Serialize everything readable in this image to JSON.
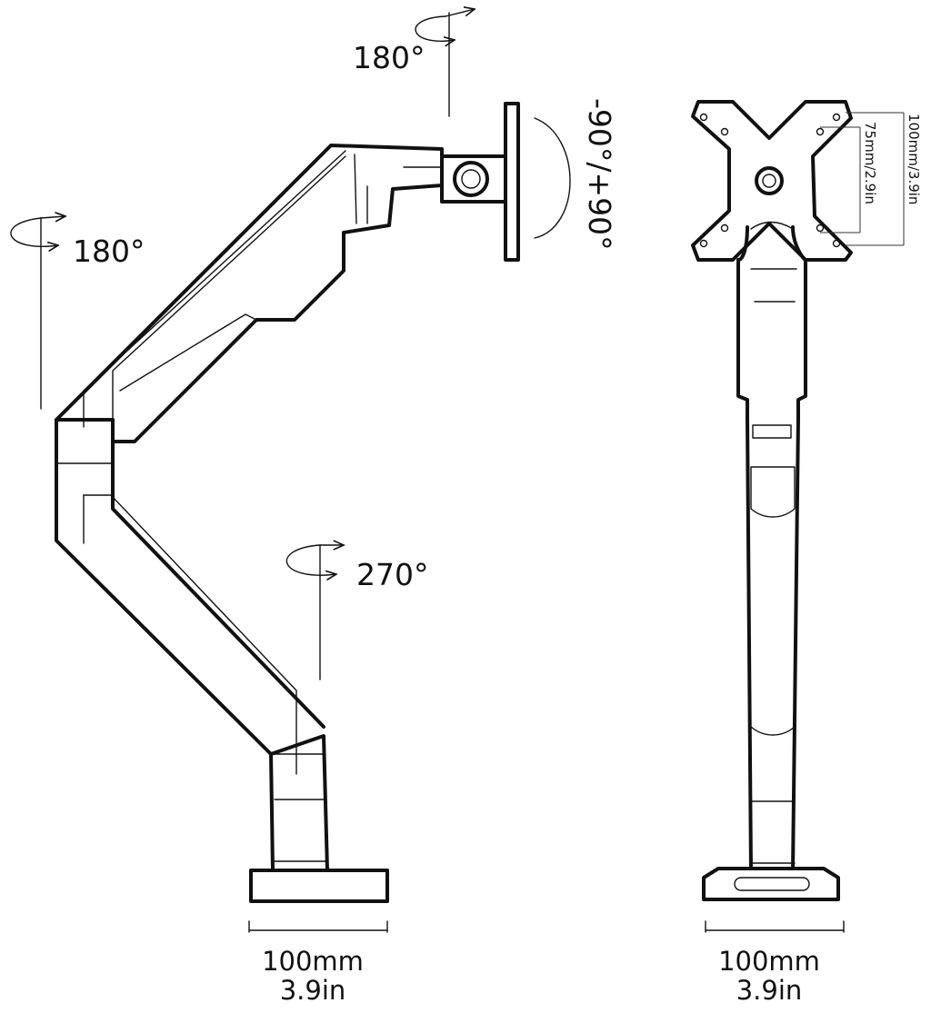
{
  "side_view": {
    "rotation_top": "180°",
    "rotation_left": "180°",
    "rotation_base": "270°",
    "tilt": "-90°/+90°",
    "base_width_mm": "100mm",
    "base_width_in": "3.9in"
  },
  "front_view": {
    "vesa_outer": "100mm/3.9in",
    "vesa_inner": "75mm/2.9in",
    "base_width_mm": "100mm",
    "base_width_in": "3.9in"
  },
  "colors": {
    "line": "#111111",
    "background": "#ffffff"
  }
}
